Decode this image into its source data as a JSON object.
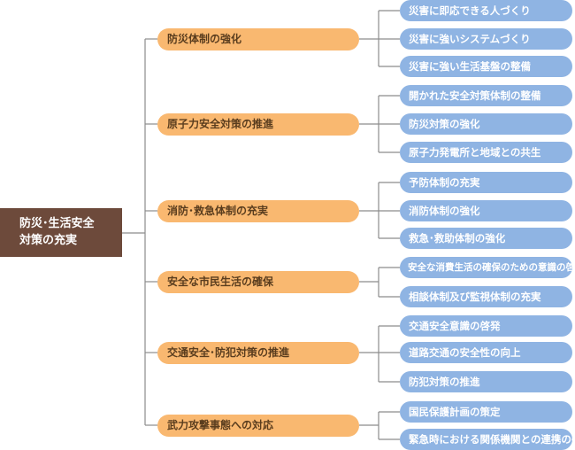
{
  "root": {
    "line1": "防災･生活安全",
    "line2": "対策の充実"
  },
  "categories": [
    {
      "label": "防災体制の強化",
      "items": [
        "災害に即応できる人づくり",
        "災害に強いシステムづくり",
        "災害に強い生活基盤の整備"
      ]
    },
    {
      "label": "原子力安全対策の推進",
      "items": [
        "開かれた安全対策体制の整備",
        "防災対策の強化",
        "原子力発電所と地域との共生"
      ]
    },
    {
      "label": "消防･救急体制の充実",
      "items": [
        "予防体制の充実",
        "消防体制の強化",
        "救急･救助体制の強化"
      ]
    },
    {
      "label": "安全な市民生活の確保",
      "items": [
        "安全な消費生活の確保のための意識の啓発",
        "相談体制及び監視体制の充実"
      ]
    },
    {
      "label": "交通安全･防犯対策の推進",
      "items": [
        "交通安全意識の啓発",
        "道路交通の安全性の向上",
        "防犯対策の推進"
      ]
    },
    {
      "label": "武力攻撃事態への対応",
      "items": [
        "国民保護計画の策定",
        "緊急時における関係機関との連携の強化"
      ]
    }
  ],
  "colors": {
    "root": "#6d4a3b",
    "category": "#f9b870",
    "item": "#8fb4e3",
    "connector": "#8c8c8c"
  }
}
